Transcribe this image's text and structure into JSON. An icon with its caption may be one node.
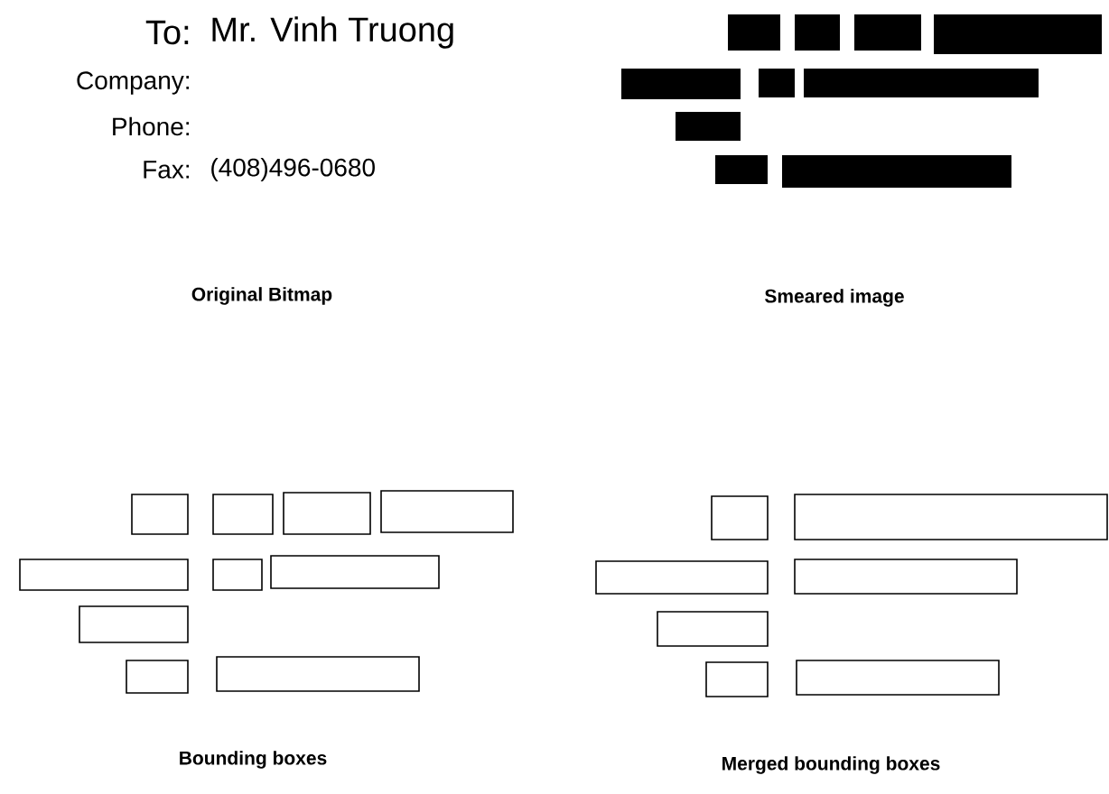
{
  "diagram": {
    "labels": [
      "To:",
      "Mr. Vinh Truong",
      "Company:",
      "Phone:",
      "Fax:",
      "(408)496-0680",
      "Original Bitmap",
      "Smeared image",
      "Bounding boxes",
      "Merged bounding boxes"
    ]
  }
}
